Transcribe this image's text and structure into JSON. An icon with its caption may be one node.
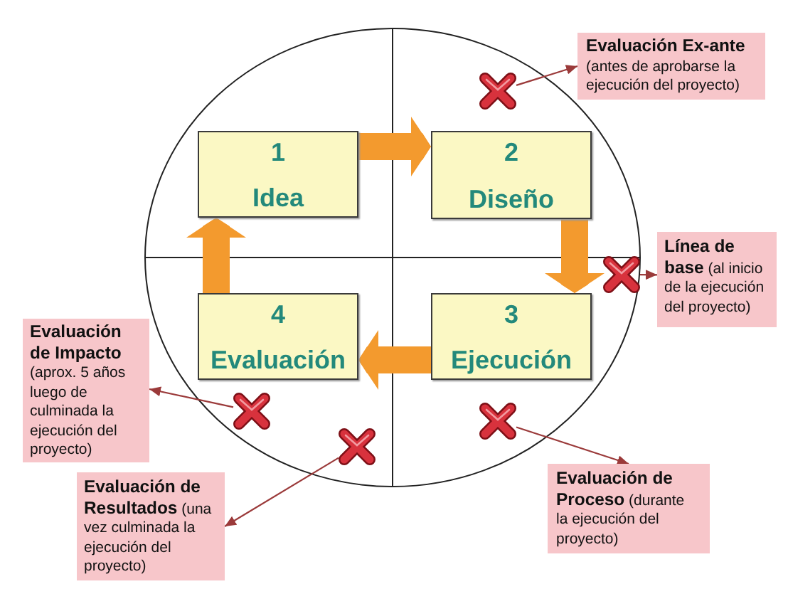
{
  "diagram": {
    "nodes": [
      {
        "text": [
          "1",
          "Idea"
        ]
      },
      {
        "text": [
          "2",
          "Diseño"
        ]
      },
      {
        "text": [
          "3",
          "Ejecución"
        ]
      },
      {
        "text": [
          "4",
          "Evaluación"
        ]
      },
      {
        "text": [
          "**Evaluación Ex-ante** (antes de aprobarse la ejecución del proyecto)"
        ]
      },
      {
        "text": [
          "**Línea de base** (al inicio de la ejecución del proyecto)"
        ]
      },
      {
        "text": [
          "**Evaluación de Impacto** (aprox. 5 años luego de culminada la ejecución del proyecto)"
        ]
      },
      {
        "text": [
          "**Evaluación de Resultados** (una vez culminada la ejecución del proyecto)"
        ]
      },
      {
        "text": [
          "**Evaluación de Proceso** (durante la ejecución del proyecto)"
        ]
      },
      {
        "text": [],
        "shape": "cross"
      },
      {
        "text": [],
        "shape": "cross"
      },
      {
        "text": [],
        "shape": "cross"
      },
      {
        "text": [],
        "shape": "cross"
      },
      {
        "text": [],
        "shape": "cross"
      }
    ],
    "edges": [
      {
        "from": 0,
        "to": 1,
        "arrow": "to",
        "style": "thick",
        "color": "#f39a2e"
      },
      {
        "from": 1,
        "to": 2,
        "arrow": "to",
        "style": "thick",
        "color": "#f39a2e"
      },
      {
        "from": 2,
        "to": 3,
        "arrow": "to",
        "style": "thick",
        "color": "#f39a2e"
      },
      {
        "from": 3,
        "to": 0,
        "arrow": "to",
        "style": "thick",
        "color": "#f39a2e"
      },
      {
        "from": 9,
        "to": 4,
        "arrow": "to"
      },
      {
        "from": 10,
        "to": 5,
        "arrow": "to"
      },
      {
        "from": 11,
        "to": 6,
        "arrow": "to"
      },
      {
        "from": 12,
        "to": 7,
        "arrow": "to"
      },
      {
        "from": 13,
        "to": 8,
        "arrow": "to"
      }
    ]
  }
}
